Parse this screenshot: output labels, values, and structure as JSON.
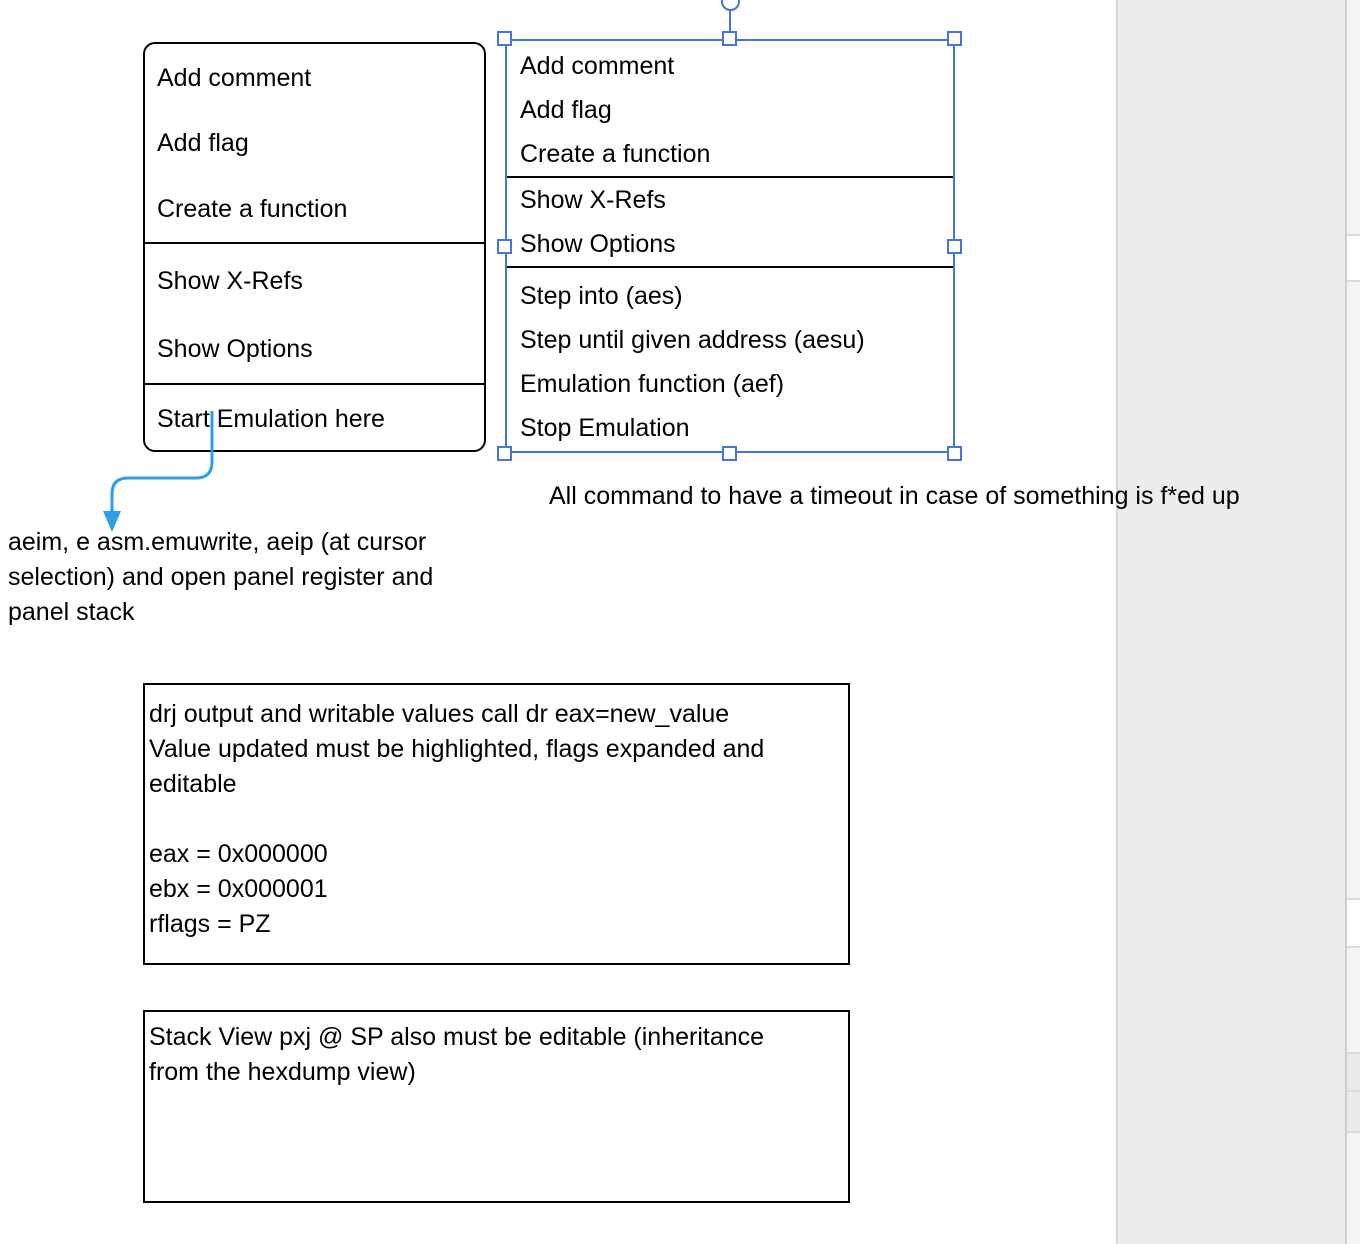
{
  "menus": {
    "left": {
      "g1": [
        "Add comment",
        "Add flag",
        "Create a function"
      ],
      "g2": [
        "Show X-Refs",
        "Show Options"
      ],
      "g3": [
        "Start Emulation here"
      ]
    },
    "right": {
      "g1": [
        "Add comment",
        "Add flag",
        "Create a function"
      ],
      "g2": [
        "Show X-Refs",
        "Show Options"
      ],
      "g3": [
        "Step into (aes)",
        "Step until given address (aesu)",
        "Emulation function (aef)",
        "Stop Emulation"
      ]
    }
  },
  "notes": {
    "timeout": "All command to have a timeout in case of something is f*ed up",
    "emulation": "aeim, e asm.emuwrite, aeip (at cursor\nselection) and open panel register and\npanel stack"
  },
  "boxes": {
    "registers": "drj output and writable values call dr eax=new_value\nValue updated must be highlighted, flags expanded and\neditable\n\neax = 0x000000\nebx = 0x000001\nrflags = PZ",
    "stack": "Stack View pxj @ SP also must be editable (inheritance\nfrom the hexdump view)"
  },
  "colors": {
    "selection_blue": "#4575DC",
    "arrow_blue": "#2B9FE8",
    "shape_border": "#000000",
    "panel_gray": "#ECEDEC",
    "strip_gray": "#F3F4F3",
    "strip_cell_white": "#FFFFFF",
    "strip_cell_gray": "#EAEBEA",
    "divider_gray": "#DBDBDB"
  }
}
